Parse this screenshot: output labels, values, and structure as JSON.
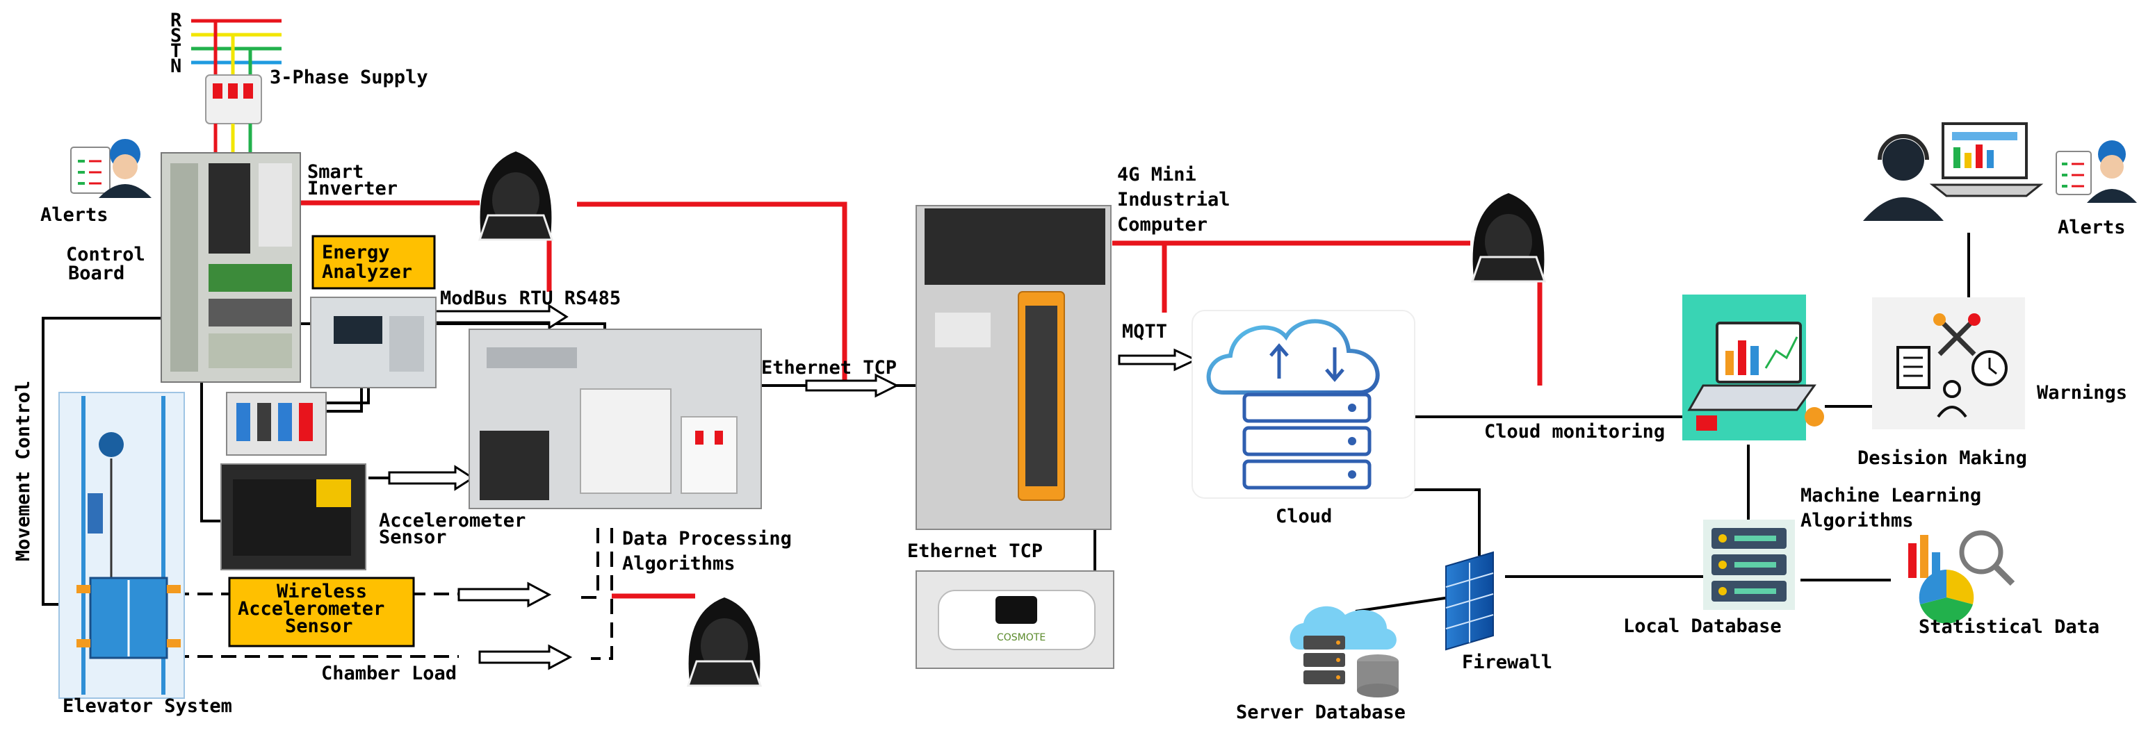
{
  "labels": {
    "phases": [
      "R",
      "S",
      "T",
      "N"
    ],
    "three_phase_supply": "3-Phase Supply",
    "smart_inverter": [
      "Smart",
      "Inverter"
    ],
    "alerts_left": "Alerts",
    "control_board": [
      "Control",
      "Board"
    ],
    "energy_analyzer": [
      "Energy",
      "Analyzer"
    ],
    "modbus": "ModBus RTU RS485",
    "movement_control": "Movement Control",
    "accelerometer_sensor": [
      "Accelerometer",
      "Sensor"
    ],
    "data_processing": [
      "Data Processing",
      "Algorithms"
    ],
    "wireless_sensor": [
      "Wireless",
      "Accelerometer",
      "Sensor"
    ],
    "chamber_load": "Chamber Load",
    "elevator_system": "Elevator System",
    "ethernet_tcp_top": "Ethernet TCP",
    "ethernet_tcp_bottom": "Ethernet TCP",
    "mini_computer": [
      "4G Mini",
      "Industrial",
      "Computer"
    ],
    "mqtt": "MQTT",
    "cloud": "Cloud",
    "cloud_monitoring": "Cloud monitoring",
    "firewall": "Firewall",
    "server_database": "Server Database",
    "local_database": "Local Database",
    "ml_algorithms": [
      "Machine Learning",
      "Algorithms"
    ],
    "statistical_data": "Statistical Data",
    "decision_making": "Desision Making",
    "warnings": "Warnings",
    "alerts_right": "Alerts",
    "router_brand": "COSMOTE"
  },
  "colors": {
    "attack_link": "#e8141c",
    "data_link": "#000000",
    "phase_r": "#e8141c",
    "phase_s": "#f2e600",
    "phase_t": "#22b14c",
    "phase_n": "#1f9be0",
    "label_box_fill": "#ffc000",
    "device_orange": "#f39a1e",
    "cloud_blue": "#2f5fb0",
    "worker_blue": "#1a6fc2"
  },
  "icons": [
    "circuit-breaker-icon",
    "worker-checklist-icon",
    "hacker-icon",
    "cloud-server-icon",
    "firewall-icon",
    "server-database-icon",
    "local-database-icon",
    "dashboard-laptop-icon",
    "support-agent-icon",
    "decision-tools-icon",
    "statistics-chart-icon",
    "elevator-shaft-icon"
  ]
}
